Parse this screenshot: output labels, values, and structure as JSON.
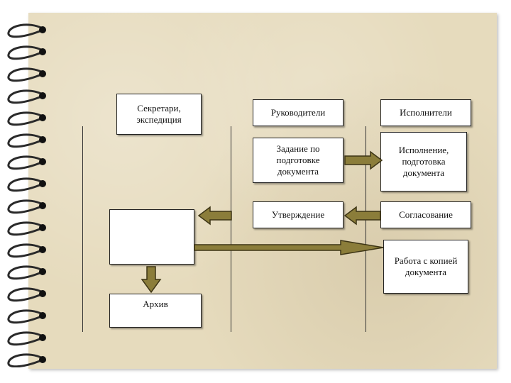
{
  "lanes": {
    "secretaries": "Секретари, экспедиция",
    "managers": "Руководители",
    "executors": "Исполнители"
  },
  "boxes": {
    "task": "Задание по подготовке документа",
    "execution": "Исполнение, подготовка документа",
    "approval": "Утверждение",
    "agreement": "Согласование",
    "registration": "",
    "copy_work": "Работа с копией документа",
    "archive": "Архив"
  },
  "colors": {
    "paper": "#e6dbbd",
    "arrow_fill": "#8b7d3a",
    "arrow_stroke": "#3d3515",
    "spiral": "#2a2a2a"
  }
}
